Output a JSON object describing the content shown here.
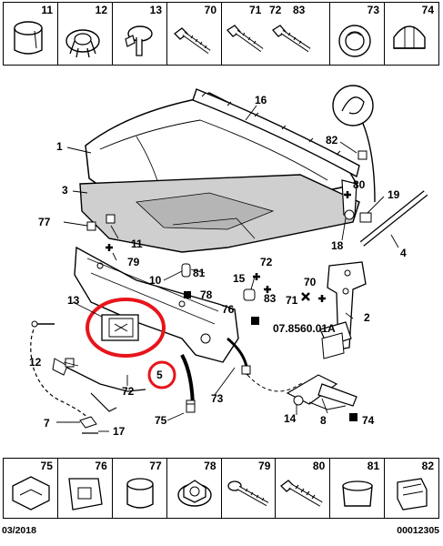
{
  "top_parts": [
    "11",
    "12",
    "13",
    "70",
    "71",
    "72",
    "83",
    "73",
    "74"
  ],
  "bottom_parts": [
    "75",
    "76",
    "77",
    "78",
    "79",
    "80",
    "81",
    "82"
  ],
  "callouts": {
    "c1": "1",
    "c2": "2",
    "c3": "3",
    "c4": "4",
    "c5": "5",
    "c7": "7",
    "c8": "8",
    "c10": "10",
    "c11": "11",
    "c12": "12",
    "c13": "13",
    "c14": "14",
    "c15": "15",
    "c16": "16",
    "c17": "17",
    "c18": "18",
    "c19": "19",
    "c70": "70",
    "c71": "71",
    "c72a": "72",
    "c72b": "72",
    "c73": "73",
    "c74": "74",
    "c75": "75",
    "c76": "76",
    "c77": "77",
    "c78": "78",
    "c79": "79",
    "c80": "80",
    "c81": "81",
    "c82": "82",
    "c83": "83"
  },
  "reference_code": "07.8560.01A",
  "footer": {
    "date": "03/2018",
    "doc_number": "00012305"
  },
  "highlight_color": "#e8141b"
}
